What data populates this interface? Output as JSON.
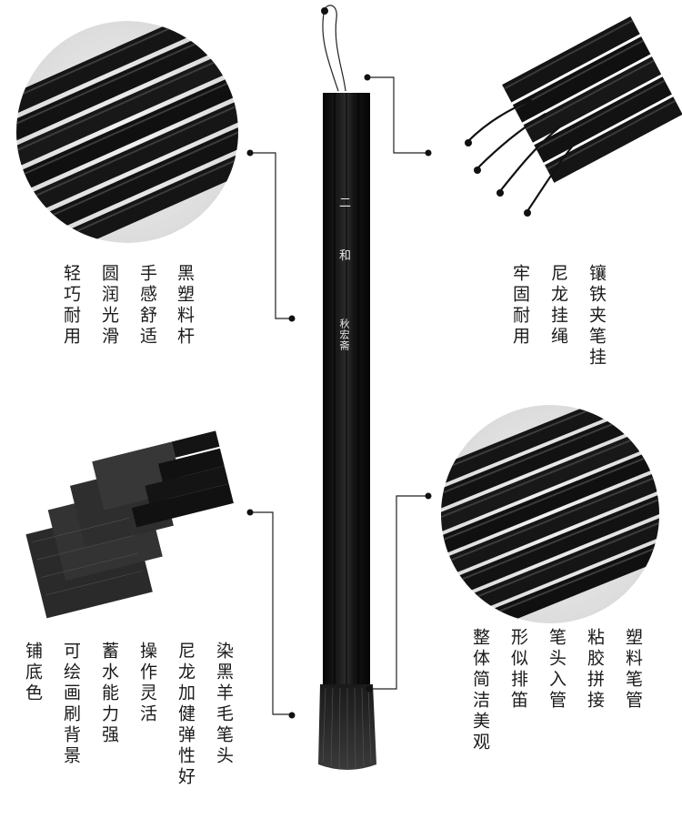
{
  "brush": {
    "handle_marks": [
      "二",
      "和"
    ],
    "maker_stamp": "秋宏斋"
  },
  "features": {
    "top_left": {
      "title": "black-plastic-handle",
      "lines": [
        "黑塑料杆",
        "手感舒适",
        "圆润光滑",
        "轻巧耐用"
      ]
    },
    "top_right": {
      "title": "iron-clip-hanging-rope",
      "lines": [
        "镶铁夹笔挂",
        "尼龙挂绳",
        "牢固耐用"
      ]
    },
    "bottom_left": {
      "title": "dyed-wool-brush-head",
      "lines": [
        "染黑羊毛笔头",
        "尼龙加健弹性好",
        "操作灵活",
        "蓄水能力强",
        "可绘画刷背景",
        "铺底色"
      ]
    },
    "bottom_right": {
      "title": "glued-pan-pipe-handles",
      "lines": [
        "塑料笔管",
        "粘胶拼接",
        "笔头入管",
        "形似排笛",
        "整体简洁美观"
      ]
    }
  },
  "colors": {
    "handle": "#121212",
    "handle_highlight": "#3a3a3a",
    "bristle": "#2b2b2b",
    "background": "#ffffff"
  }
}
